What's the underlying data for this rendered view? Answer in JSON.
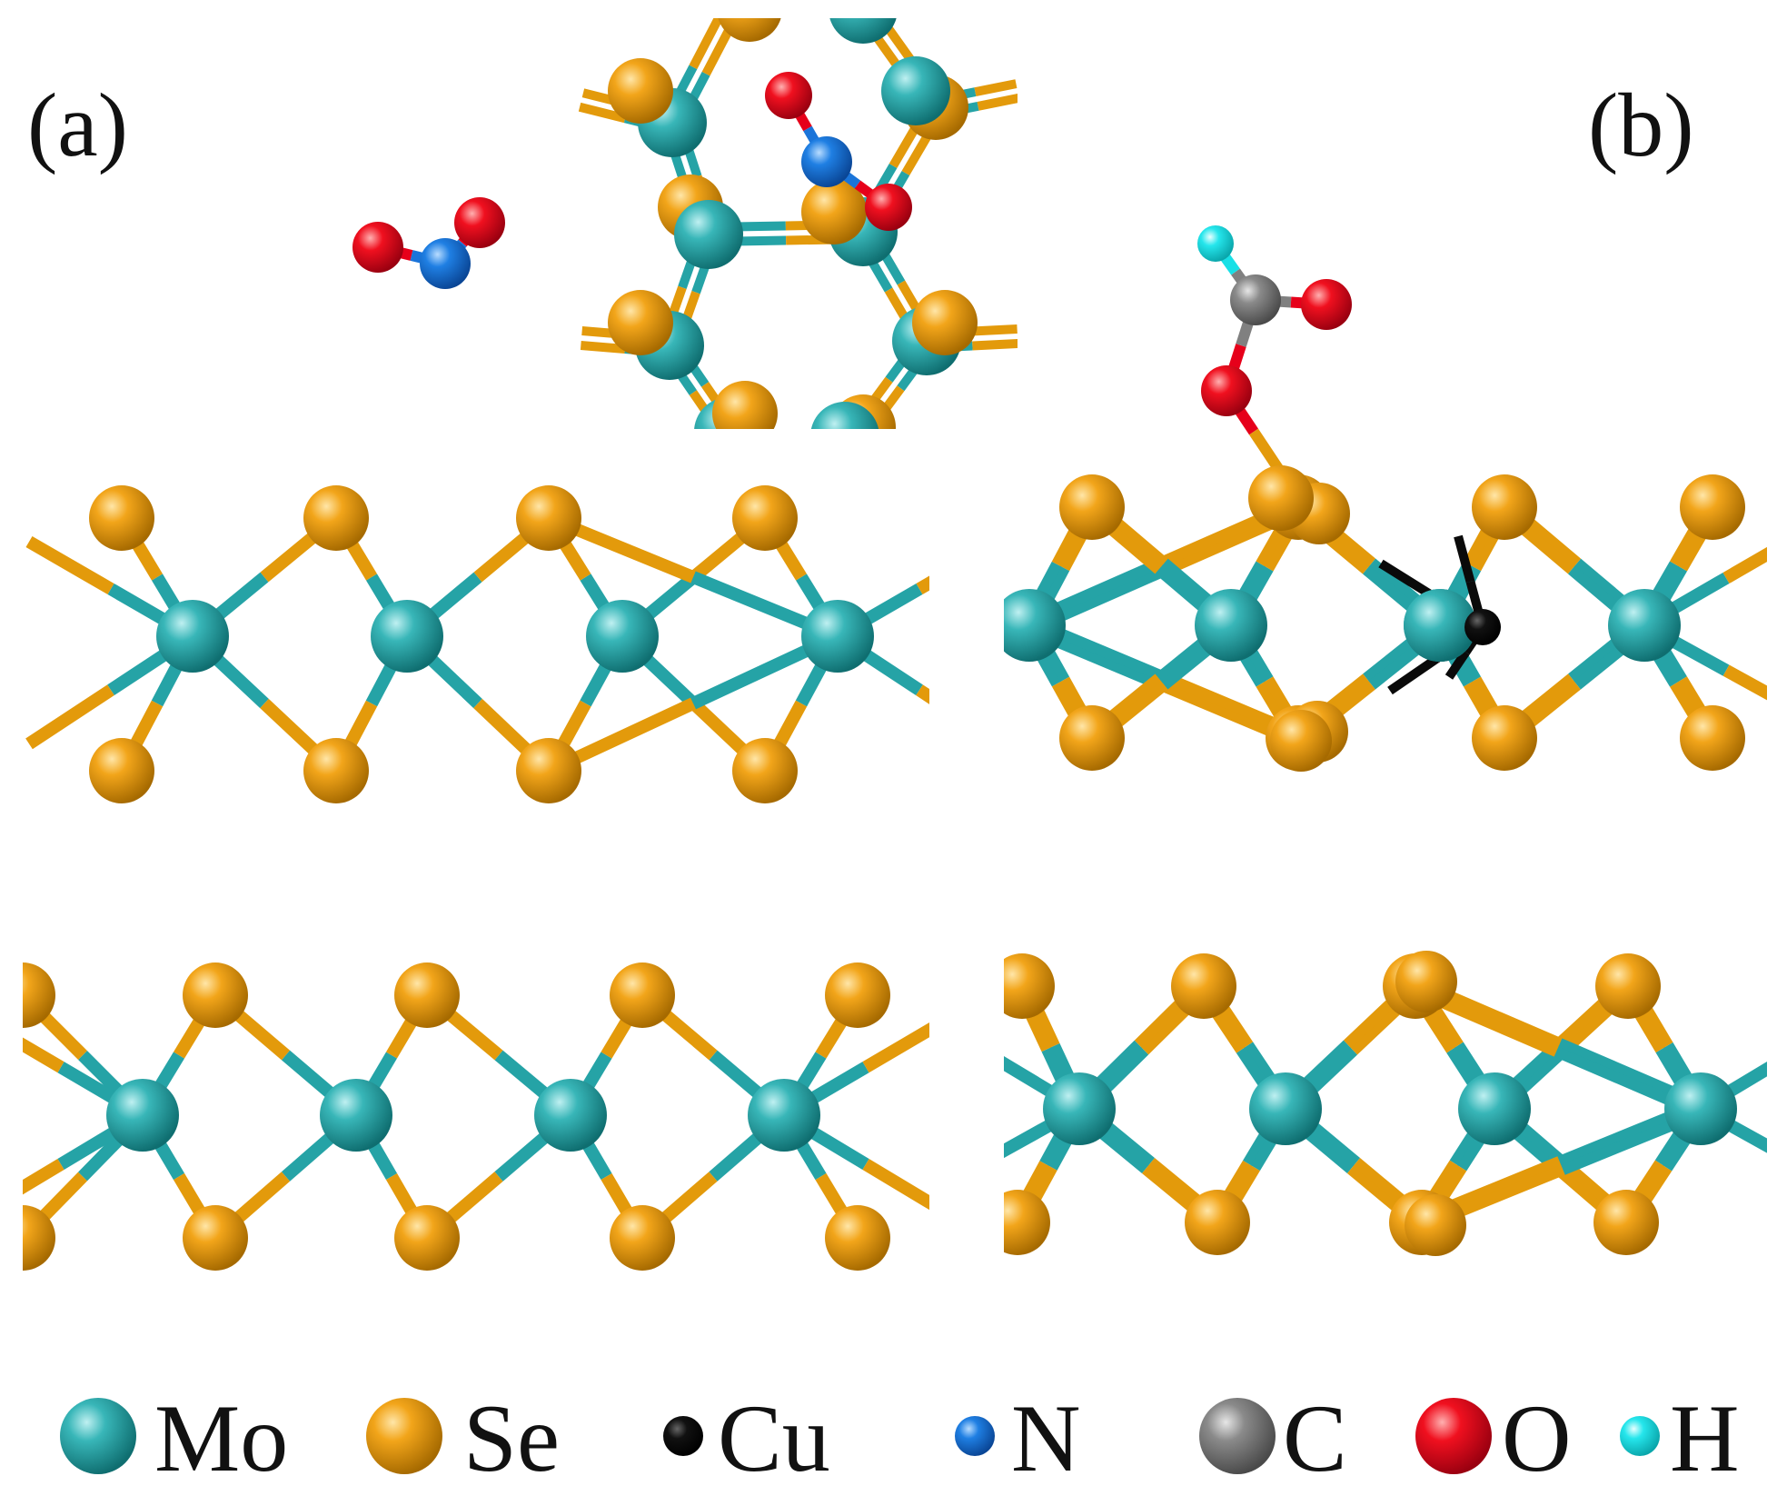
{
  "panels": {
    "a": {
      "label": "(a)"
    },
    "b": {
      "label": "(b)"
    }
  },
  "colors": {
    "Mo": "#25a3a6",
    "Se": "#e39a0b",
    "Cu": "#0a0a0a",
    "N": "#1a74d9",
    "C": "#808080",
    "O": "#e6001a",
    "H": "#18e0e6",
    "background": "#ffffff"
  },
  "legend": [
    {
      "symbol": "Mo",
      "color": "#25a3a6",
      "size": "large"
    },
    {
      "symbol": "Se",
      "color": "#e39a0b",
      "size": "large"
    },
    {
      "symbol": "Cu",
      "color": "#0a0a0a",
      "size": "small"
    },
    {
      "symbol": "N",
      "color": "#1a74d9",
      "size": "small"
    },
    {
      "symbol": "C",
      "color": "#808080",
      "size": "large"
    },
    {
      "symbol": "O",
      "color": "#e6001a",
      "size": "large"
    },
    {
      "symbol": "H",
      "color": "#18e0e6",
      "size": "small"
    }
  ],
  "structures": {
    "panel_a": [
      "NO2 molecule (gas)",
      "MoSe2 top view with adsorbed NO2 (inset)",
      "MoSe2 bilayer side view"
    ],
    "panel_b": [
      "HCOO adsorbate bound to Se",
      "Cu-doped MoSe2 bilayer side view"
    ]
  }
}
